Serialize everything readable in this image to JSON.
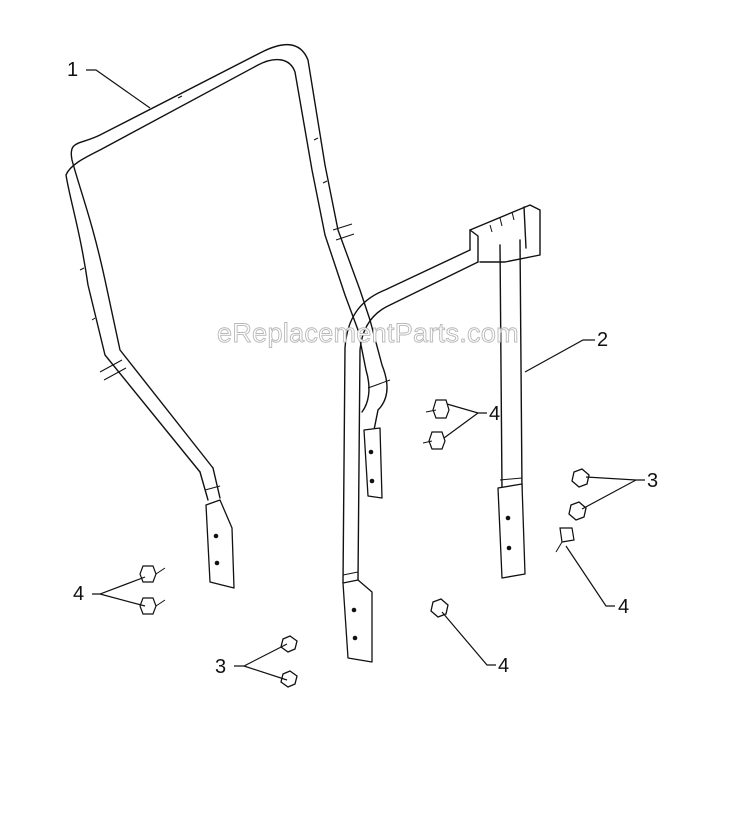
{
  "watermark": "eReplacementParts.com",
  "callouts": {
    "part_1": "1",
    "part_2": "2",
    "part_3_right": "3",
    "part_3_bottom": "3",
    "part_4_center": "4",
    "part_4_left": "4",
    "part_4_right": "4",
    "part_4_bottom": "4"
  }
}
